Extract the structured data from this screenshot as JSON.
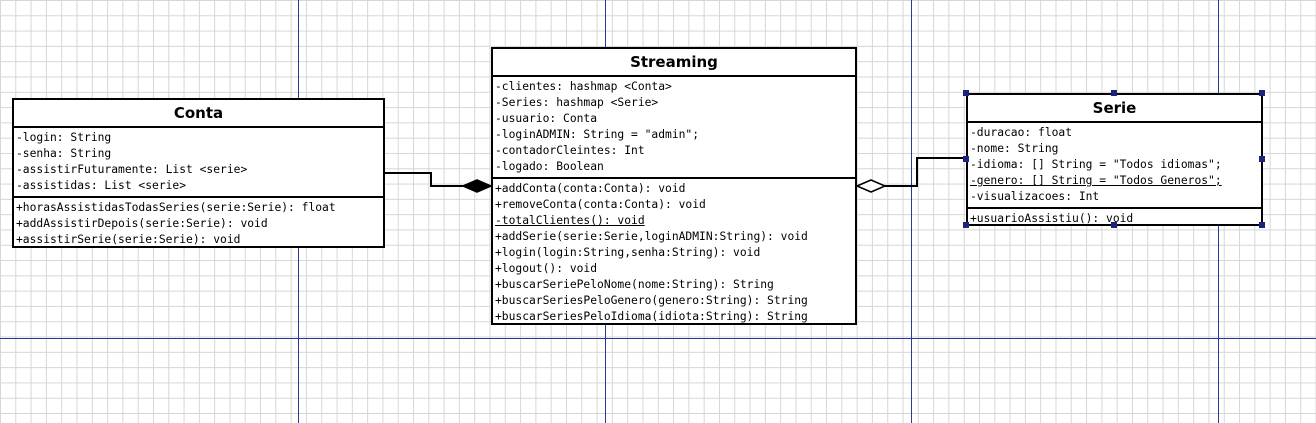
{
  "classes": {
    "conta": {
      "name": "Conta",
      "attributes": [
        "-login: String",
        "-senha: String",
        "-assistirFuturamente: List <serie>",
        "-assistidas: List <serie>"
      ],
      "methods": [
        "+horasAssistidasTodasSeries(serie:Serie): float",
        "+addAssistirDepois(serie:Serie): void",
        "+assistirSerie(serie:Serie): void"
      ]
    },
    "streaming": {
      "name": "Streaming",
      "attributes": [
        "-clientes: hashmap <Conta>",
        "-Series: hashmap <Serie>",
        "-usuario: Conta",
        "-loginADMIN: String = \"admin\";",
        "-contadorCleintes: Int",
        "-logado: Boolean"
      ],
      "methods": [
        "+addConta(conta:Conta): void",
        "+removeConta(conta:Conta): void",
        "-totalClientes(): void",
        "+addSerie(serie:Serie,loginADMIN:String): void",
        "+login(login:String,senha:String): void",
        "+logout(): void",
        "+buscarSeriePeloNome(nome:String): String",
        "+buscarSeriesPeloGenero(genero:String): String",
        "+buscarSeriesPeloIdioma(idiota:String): String"
      ]
    },
    "serie": {
      "name": "Serie",
      "attributes": [
        "-duracao: float",
        "-nome: String",
        "-idioma: [] String = \"Todos idiomas\";",
        "-genero: [] String = \"Todos Generos\";",
        "-visualizacoes: Int"
      ],
      "methods": [
        "+usuarioAssistiu(): void"
      ]
    }
  },
  "relationships": [
    {
      "from": "Conta",
      "to": "Streaming",
      "type": "composition"
    },
    {
      "from": "Serie",
      "to": "Streaming",
      "type": "aggregation"
    }
  ],
  "colors": {
    "page_lines": "#2b3a9a",
    "grid": "#d6d6d6",
    "selection_handles": "#1a237e"
  }
}
